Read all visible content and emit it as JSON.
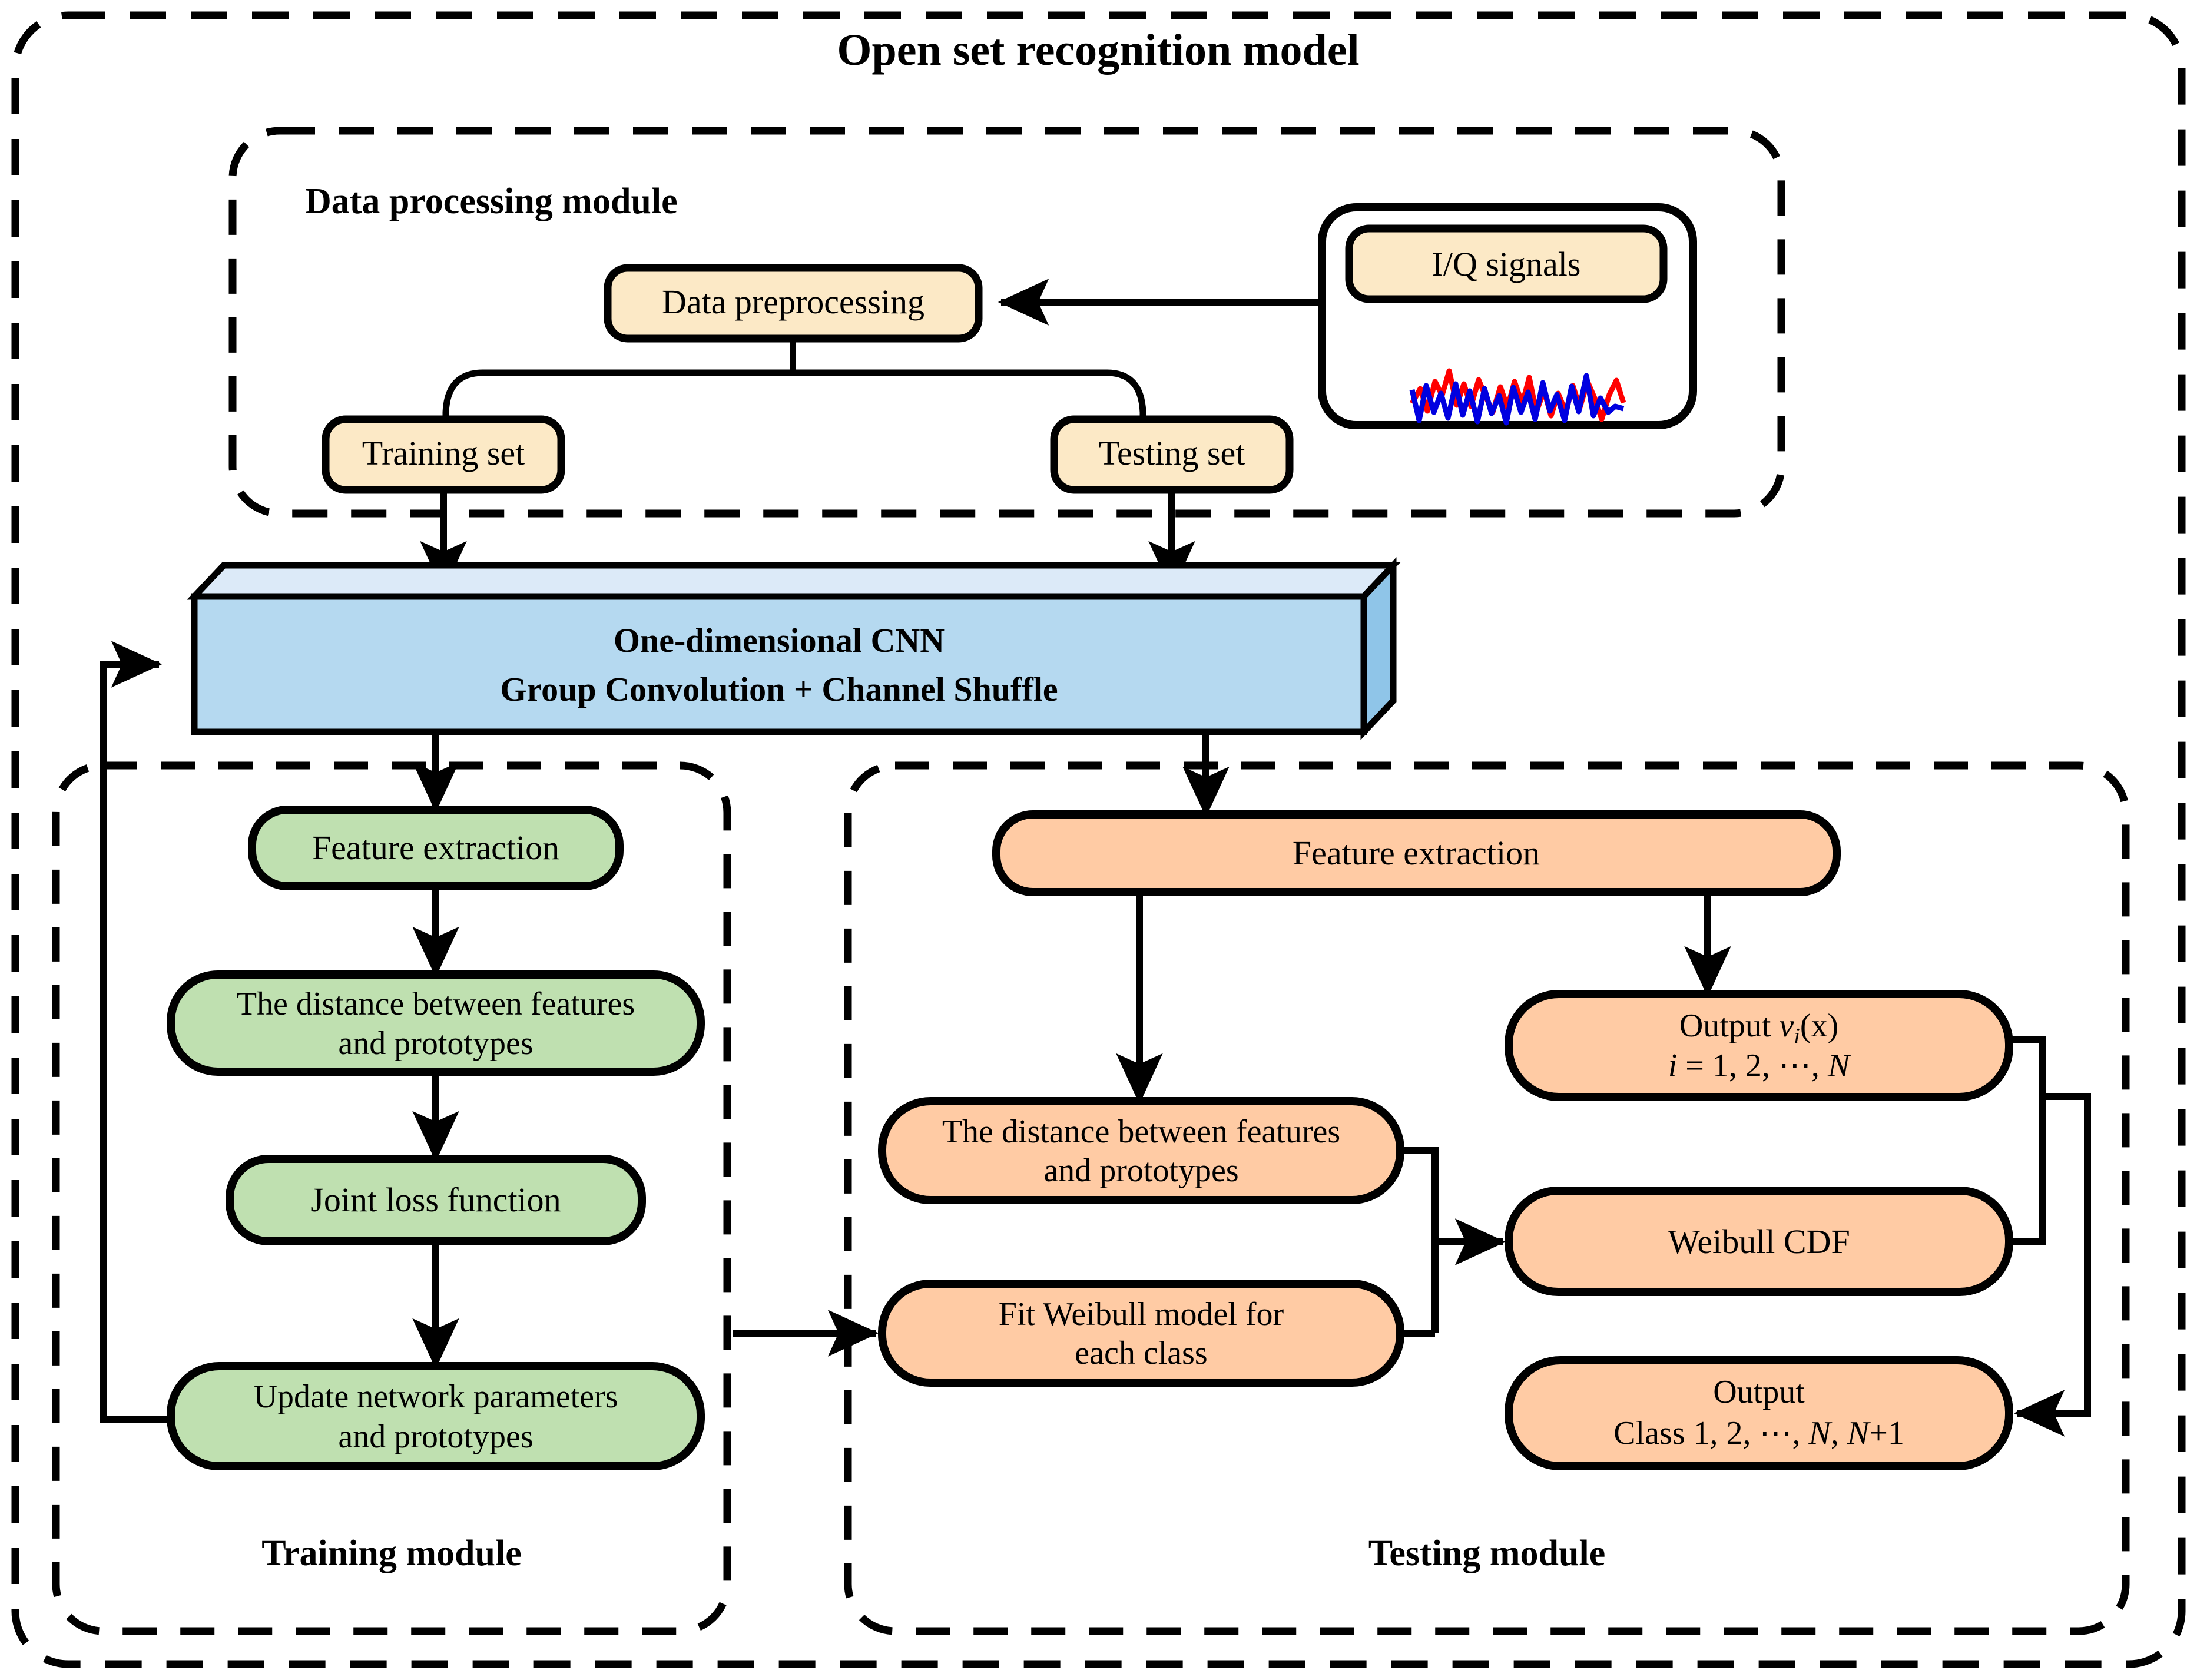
{
  "diagram": {
    "title": "Open set recognition model",
    "modules": {
      "data_processing": "Data processing module",
      "training": "Training module",
      "testing": "Testing module"
    },
    "colors": {
      "yellow_fill": "#FCE9C6",
      "green_fill": "#BFE0B0",
      "orange_fill": "#FFCBA4",
      "blue_front": "#B5D9F0",
      "blue_top": "#DCEAF8",
      "blue_side": "#8FC5E8",
      "stroke": "#000000",
      "signal_i": "#FF0000",
      "signal_q": "#0000E0",
      "white_fill": "#FFFFFF"
    },
    "nodes": {
      "iq_signals": "I/Q signals",
      "data_preprocessing": "Data preprocessing",
      "training_set": "Training set",
      "testing_set": "Testing set",
      "cnn_line1": "One-dimensional CNN",
      "cnn_line2": "Group Convolution + Channel Shuffle",
      "train_feature_extraction": "Feature extraction",
      "train_distance_line1": "The distance between features",
      "train_distance_line2": "and  prototypes",
      "train_joint_loss": "Joint loss function",
      "train_update_line1": "Update network parameters",
      "train_update_line2": "and prototypes",
      "test_feature_extraction": "Feature extraction",
      "test_distance_line1": "The distance between features",
      "test_distance_line2": "and  prototypes",
      "test_fit_weibull_line1": "Fit Weibull model for",
      "test_fit_weibull_line2": "each class",
      "test_output_v_label": "Output",
      "test_output_v_expr": "v",
      "test_output_v_sub": "i",
      "test_output_v_arg": "(x)",
      "test_output_index_lhs": "i",
      "test_output_index_eq": "= 1, 2, ",
      "test_output_index_dots": "⋯",
      "test_output_index_tail": ", ",
      "test_output_index_N": "N",
      "test_weibull_cdf": "Weibull CDF",
      "test_final_output_line1": "Output",
      "test_final_class_prefix": "Class 1, 2, ",
      "test_final_class_dots": "⋯",
      "test_final_class_mid": ", ",
      "test_final_class_N1": "N",
      "test_final_class_sep": ", ",
      "test_final_class_N2": "N",
      "test_final_class_plus1": "+1"
    }
  }
}
